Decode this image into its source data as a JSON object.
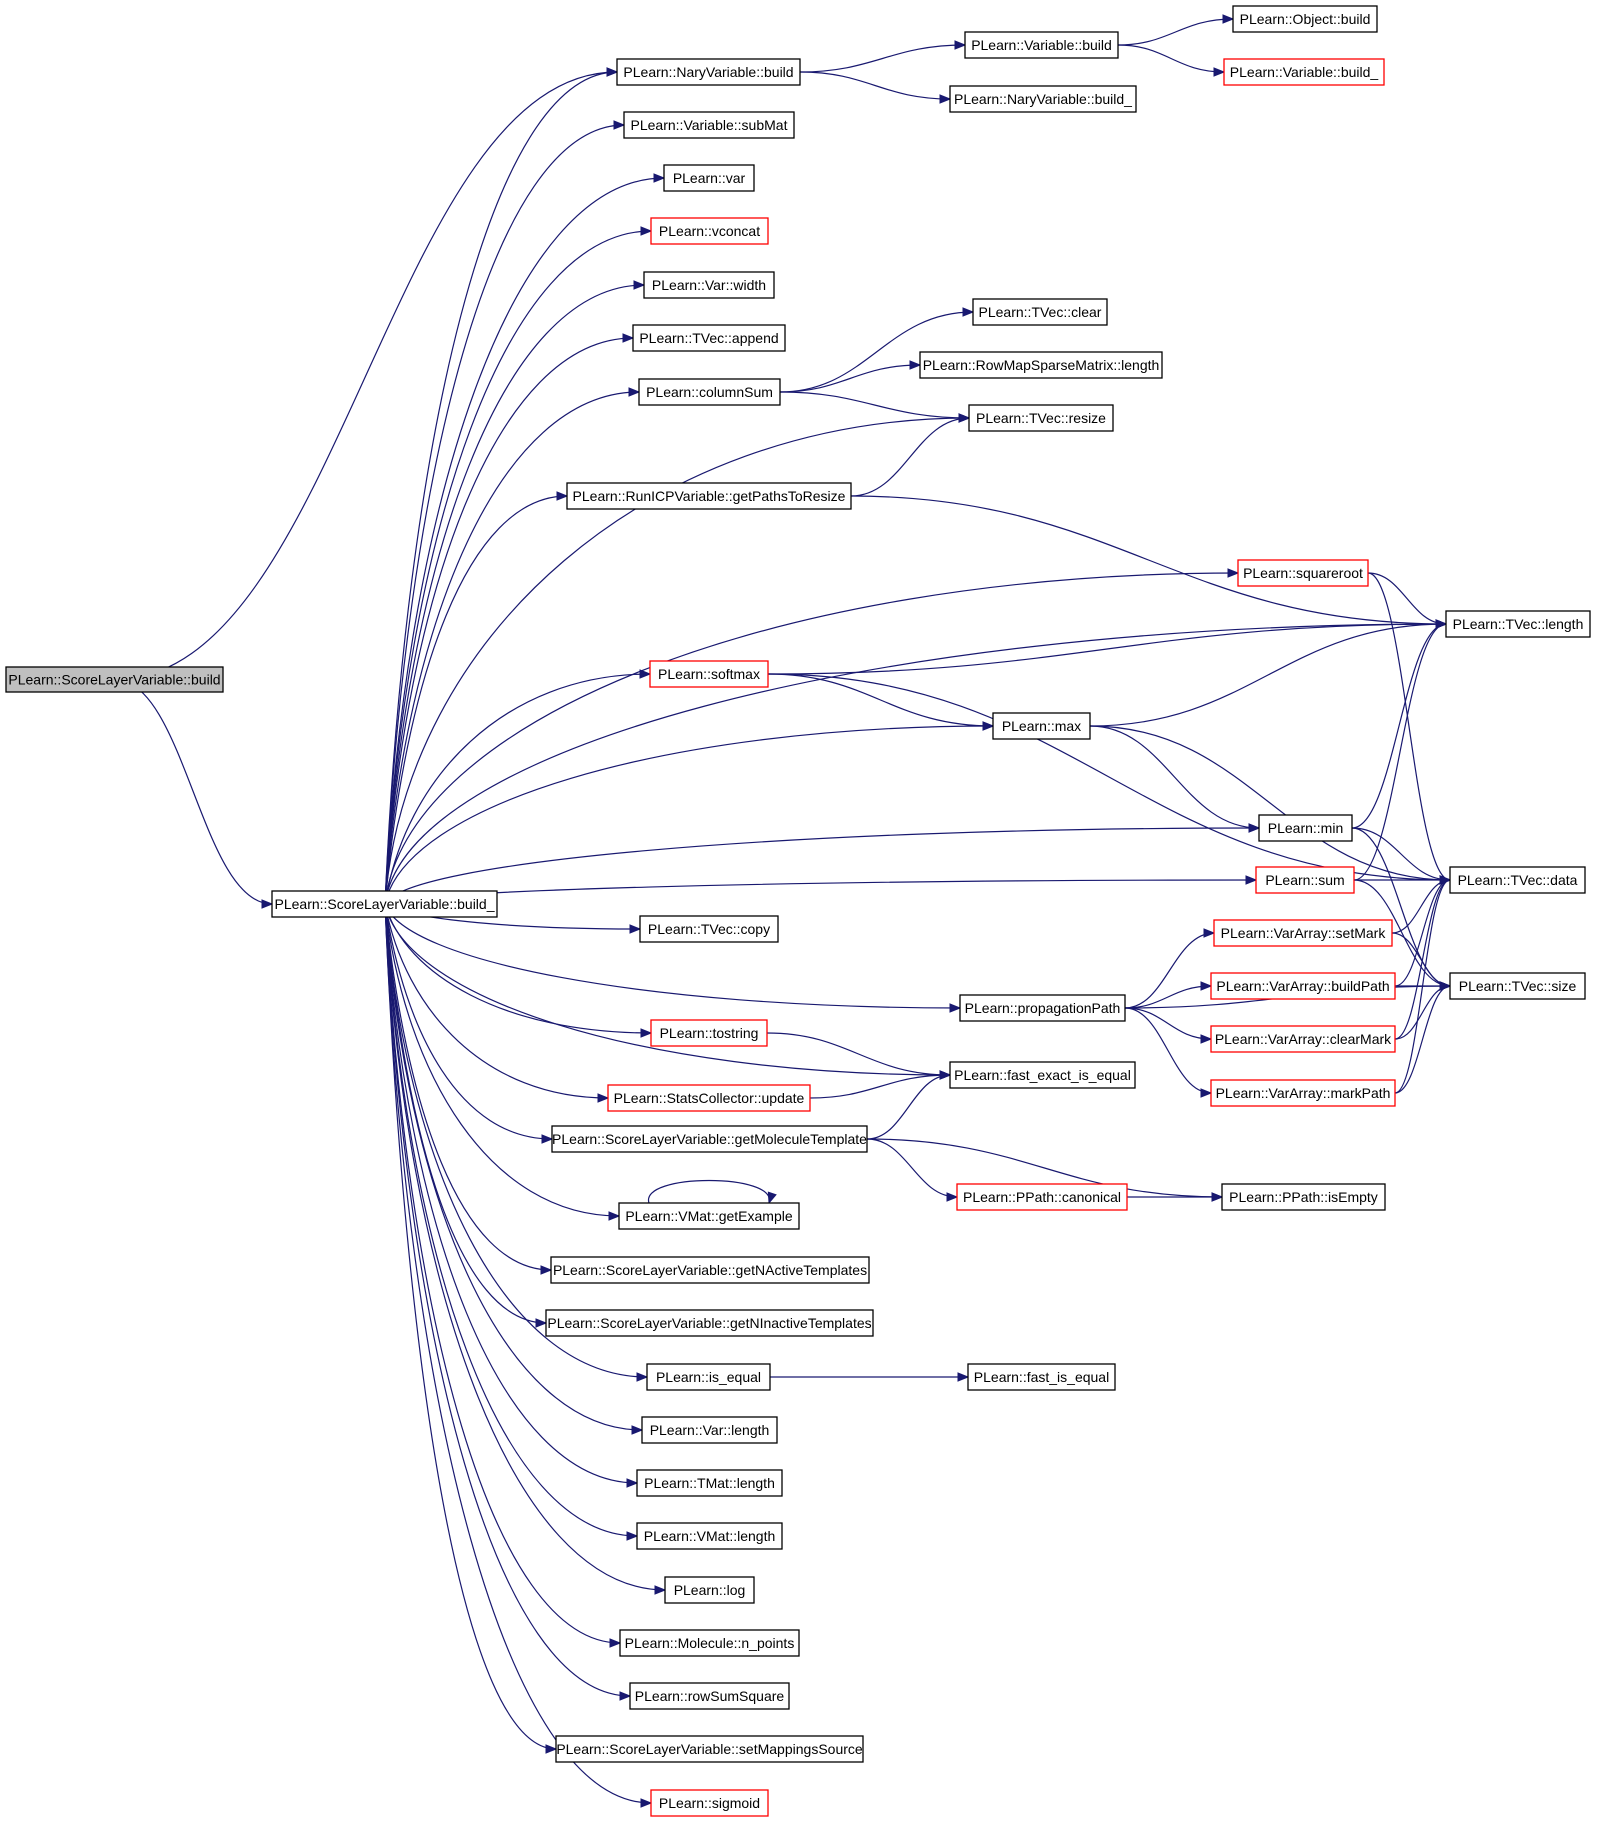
{
  "colors": {
    "edge": "#191970",
    "normal_border": "#000000",
    "truncated_border": "#ff0000",
    "root_fill": "#bfbfbf",
    "node_fill": "#ffffff"
  },
  "nodes": [
    {
      "id": "root",
      "label": "PLearn::ScoreLayerVariable::build",
      "style": "root"
    },
    {
      "id": "build_",
      "label": "PLearn::ScoreLayerVariable::build_",
      "style": "normal"
    },
    {
      "id": "nary_build",
      "label": "PLearn::NaryVariable::build",
      "style": "normal"
    },
    {
      "id": "var_build",
      "label": "PLearn::Variable::build",
      "style": "normal"
    },
    {
      "id": "obj_build",
      "label": "PLearn::Object::build",
      "style": "normal"
    },
    {
      "id": "var_build_",
      "label": "PLearn::Variable::build_",
      "style": "truncated"
    },
    {
      "id": "nary_build_",
      "label": "PLearn::NaryVariable::build_",
      "style": "normal"
    },
    {
      "id": "submat",
      "label": "PLearn::Variable::subMat",
      "style": "normal"
    },
    {
      "id": "var",
      "label": "PLearn::var",
      "style": "normal"
    },
    {
      "id": "vconcat",
      "label": "PLearn::vconcat",
      "style": "truncated"
    },
    {
      "id": "var_width",
      "label": "PLearn::Var::width",
      "style": "normal"
    },
    {
      "id": "tvec_append",
      "label": "PLearn::TVec::append",
      "style": "normal"
    },
    {
      "id": "tvec_clear",
      "label": "PLearn::TVec::clear",
      "style": "normal"
    },
    {
      "id": "rowmap_length",
      "label": "PLearn::RowMapSparseMatrix::length",
      "style": "normal"
    },
    {
      "id": "columnsum",
      "label": "PLearn::columnSum",
      "style": "normal"
    },
    {
      "id": "tvec_resize",
      "label": "PLearn::TVec::resize",
      "style": "normal"
    },
    {
      "id": "runicp",
      "label": "PLearn::RunICPVariable::getPathsToResize",
      "style": "normal"
    },
    {
      "id": "squareroot",
      "label": "PLearn::squareroot",
      "style": "truncated"
    },
    {
      "id": "tvec_length",
      "label": "PLearn::TVec::length",
      "style": "normal"
    },
    {
      "id": "softmax",
      "label": "PLearn::softmax",
      "style": "truncated"
    },
    {
      "id": "max",
      "label": "PLearn::max",
      "style": "normal"
    },
    {
      "id": "min",
      "label": "PLearn::min",
      "style": "normal"
    },
    {
      "id": "tvec_data",
      "label": "PLearn::TVec::data",
      "style": "normal"
    },
    {
      "id": "sum",
      "label": "PLearn::sum",
      "style": "truncated"
    },
    {
      "id": "setmark",
      "label": "PLearn::VarArray::setMark",
      "style": "truncated"
    },
    {
      "id": "tvec_copy",
      "label": "PLearn::TVec::copy",
      "style": "normal"
    },
    {
      "id": "buildpath",
      "label": "PLearn::VarArray::buildPath",
      "style": "truncated"
    },
    {
      "id": "tvec_size",
      "label": "PLearn::TVec::size",
      "style": "normal"
    },
    {
      "id": "propagation",
      "label": "PLearn::propagationPath",
      "style": "normal"
    },
    {
      "id": "clearmark",
      "label": "PLearn::VarArray::clearMark",
      "style": "truncated"
    },
    {
      "id": "tostring",
      "label": "PLearn::tostring",
      "style": "truncated"
    },
    {
      "id": "fast_exact",
      "label": "PLearn::fast_exact_is_equal",
      "style": "normal"
    },
    {
      "id": "stats_update",
      "label": "PLearn::StatsCollector::update",
      "style": "truncated"
    },
    {
      "id": "markpath",
      "label": "PLearn::VarArray::markPath",
      "style": "truncated"
    },
    {
      "id": "getmolecule",
      "label": "PLearn::ScoreLayerVariable::getMoleculeTemplate",
      "style": "normal"
    },
    {
      "id": "ppath_canonical",
      "label": "PLearn::PPath::canonical",
      "style": "truncated"
    },
    {
      "id": "ppath_isempty",
      "label": "PLearn::PPath::isEmpty",
      "style": "normal"
    },
    {
      "id": "vmat_getexample",
      "label": "PLearn::VMat::getExample",
      "style": "normal"
    },
    {
      "id": "getnactive",
      "label": "PLearn::ScoreLayerVariable::getNActiveTemplates",
      "style": "normal"
    },
    {
      "id": "getninactive",
      "label": "PLearn::ScoreLayerVariable::getNInactiveTemplates",
      "style": "normal"
    },
    {
      "id": "is_equal",
      "label": "PLearn::is_equal",
      "style": "normal"
    },
    {
      "id": "fast_is_equal",
      "label": "PLearn::fast_is_equal",
      "style": "normal"
    },
    {
      "id": "var_length",
      "label": "PLearn::Var::length",
      "style": "normal"
    },
    {
      "id": "tmat_length",
      "label": "PLearn::TMat::length",
      "style": "normal"
    },
    {
      "id": "vmat_length",
      "label": "PLearn::VMat::length",
      "style": "normal"
    },
    {
      "id": "log",
      "label": "PLearn::log",
      "style": "normal"
    },
    {
      "id": "n_points",
      "label": "PLearn::Molecule::n_points",
      "style": "normal"
    },
    {
      "id": "rowsumsquare",
      "label": "PLearn::rowSumSquare",
      "style": "normal"
    },
    {
      "id": "setmappings",
      "label": "PLearn::ScoreLayerVariable::setMappingsSource",
      "style": "normal"
    },
    {
      "id": "sigmoid",
      "label": "PLearn::sigmoid",
      "style": "truncated"
    }
  ],
  "edges": [
    [
      "root",
      "nary_build"
    ],
    [
      "root",
      "build_"
    ],
    [
      "nary_build",
      "var_build"
    ],
    [
      "nary_build",
      "nary_build_"
    ],
    [
      "var_build",
      "obj_build"
    ],
    [
      "var_build",
      "var_build_"
    ],
    [
      "build_",
      "nary_build"
    ],
    [
      "build_",
      "submat"
    ],
    [
      "build_",
      "var"
    ],
    [
      "build_",
      "vconcat"
    ],
    [
      "build_",
      "var_width"
    ],
    [
      "build_",
      "tvec_append"
    ],
    [
      "build_",
      "columnsum"
    ],
    [
      "build_",
      "tvec_resize"
    ],
    [
      "build_",
      "runicp"
    ],
    [
      "build_",
      "tvec_length"
    ],
    [
      "build_",
      "squareroot"
    ],
    [
      "build_",
      "softmax"
    ],
    [
      "build_",
      "max"
    ],
    [
      "build_",
      "min"
    ],
    [
      "build_",
      "sum"
    ],
    [
      "build_",
      "tvec_copy"
    ],
    [
      "build_",
      "propagation"
    ],
    [
      "build_",
      "tostring"
    ],
    [
      "build_",
      "fast_exact"
    ],
    [
      "build_",
      "stats_update"
    ],
    [
      "build_",
      "getmolecule"
    ],
    [
      "build_",
      "vmat_getexample"
    ],
    [
      "build_",
      "getnactive"
    ],
    [
      "build_",
      "getninactive"
    ],
    [
      "build_",
      "is_equal"
    ],
    [
      "build_",
      "var_length"
    ],
    [
      "build_",
      "tmat_length"
    ],
    [
      "build_",
      "vmat_length"
    ],
    [
      "build_",
      "log"
    ],
    [
      "build_",
      "n_points"
    ],
    [
      "build_",
      "rowsumsquare"
    ],
    [
      "build_",
      "setmappings"
    ],
    [
      "build_",
      "sigmoid"
    ],
    [
      "columnsum",
      "tvec_clear"
    ],
    [
      "columnsum",
      "rowmap_length"
    ],
    [
      "columnsum",
      "tvec_resize"
    ],
    [
      "runicp",
      "tvec_resize"
    ],
    [
      "runicp",
      "tvec_length"
    ],
    [
      "squareroot",
      "tvec_length"
    ],
    [
      "squareroot",
      "tvec_data"
    ],
    [
      "softmax",
      "tvec_length"
    ],
    [
      "softmax",
      "max"
    ],
    [
      "softmax",
      "tvec_data"
    ],
    [
      "max",
      "tvec_length"
    ],
    [
      "max",
      "min"
    ],
    [
      "max",
      "tvec_data"
    ],
    [
      "min",
      "tvec_length"
    ],
    [
      "min",
      "tvec_data"
    ],
    [
      "min",
      "tvec_size"
    ],
    [
      "sum",
      "tvec_length"
    ],
    [
      "sum",
      "tvec_data"
    ],
    [
      "sum",
      "tvec_size"
    ],
    [
      "propagation",
      "setmark"
    ],
    [
      "propagation",
      "buildpath"
    ],
    [
      "propagation",
      "clearmark"
    ],
    [
      "propagation",
      "markpath"
    ],
    [
      "propagation",
      "tvec_size"
    ],
    [
      "setmark",
      "tvec_data"
    ],
    [
      "setmark",
      "tvec_size"
    ],
    [
      "buildpath",
      "tvec_data"
    ],
    [
      "buildpath",
      "tvec_size"
    ],
    [
      "clearmark",
      "tvec_data"
    ],
    [
      "clearmark",
      "tvec_size"
    ],
    [
      "markpath",
      "tvec_data"
    ],
    [
      "markpath",
      "tvec_size"
    ],
    [
      "tostring",
      "fast_exact"
    ],
    [
      "stats_update",
      "fast_exact"
    ],
    [
      "getmolecule",
      "fast_exact"
    ],
    [
      "getmolecule",
      "ppath_canonical"
    ],
    [
      "getmolecule",
      "ppath_isempty"
    ],
    [
      "ppath_canonical",
      "ppath_isempty"
    ],
    [
      "vmat_getexample",
      "vmat_getexample"
    ],
    [
      "is_equal",
      "fast_is_equal"
    ]
  ]
}
